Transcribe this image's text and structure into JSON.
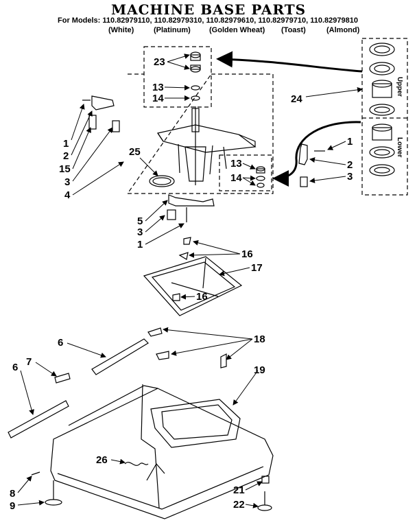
{
  "title": "MACHINE BASE PARTS",
  "models_line": "For Models: 110.82979110, 110.82979310, 110.82979610, 110.82979710, 110.82979810",
  "colors": [
    "(White)",
    "(Platinum)",
    "(Golden Wheat)",
    "(Toast)",
    "(Almond)"
  ],
  "bearing_labels": {
    "upper": "Upper",
    "lower": "Lower"
  },
  "callouts": {
    "c23": "23",
    "c13a": "13",
    "c14a": "14",
    "c24": "24",
    "c1a": "1",
    "c2a": "2",
    "c15": "15",
    "c3a": "3",
    "c4": "4",
    "c25": "25",
    "c13b": "13",
    "c14b": "14",
    "c1b": "1",
    "c2b": "2",
    "c3b": "3",
    "c5": "5",
    "c3c": "3",
    "c1c": "1",
    "c16a": "16",
    "c17": "17",
    "c16b": "16",
    "c6a": "6",
    "c18": "18",
    "c7": "7",
    "c6b": "6",
    "c19": "19",
    "c26": "26",
    "c8": "8",
    "c9": "9",
    "c21": "21",
    "c22": "22"
  }
}
